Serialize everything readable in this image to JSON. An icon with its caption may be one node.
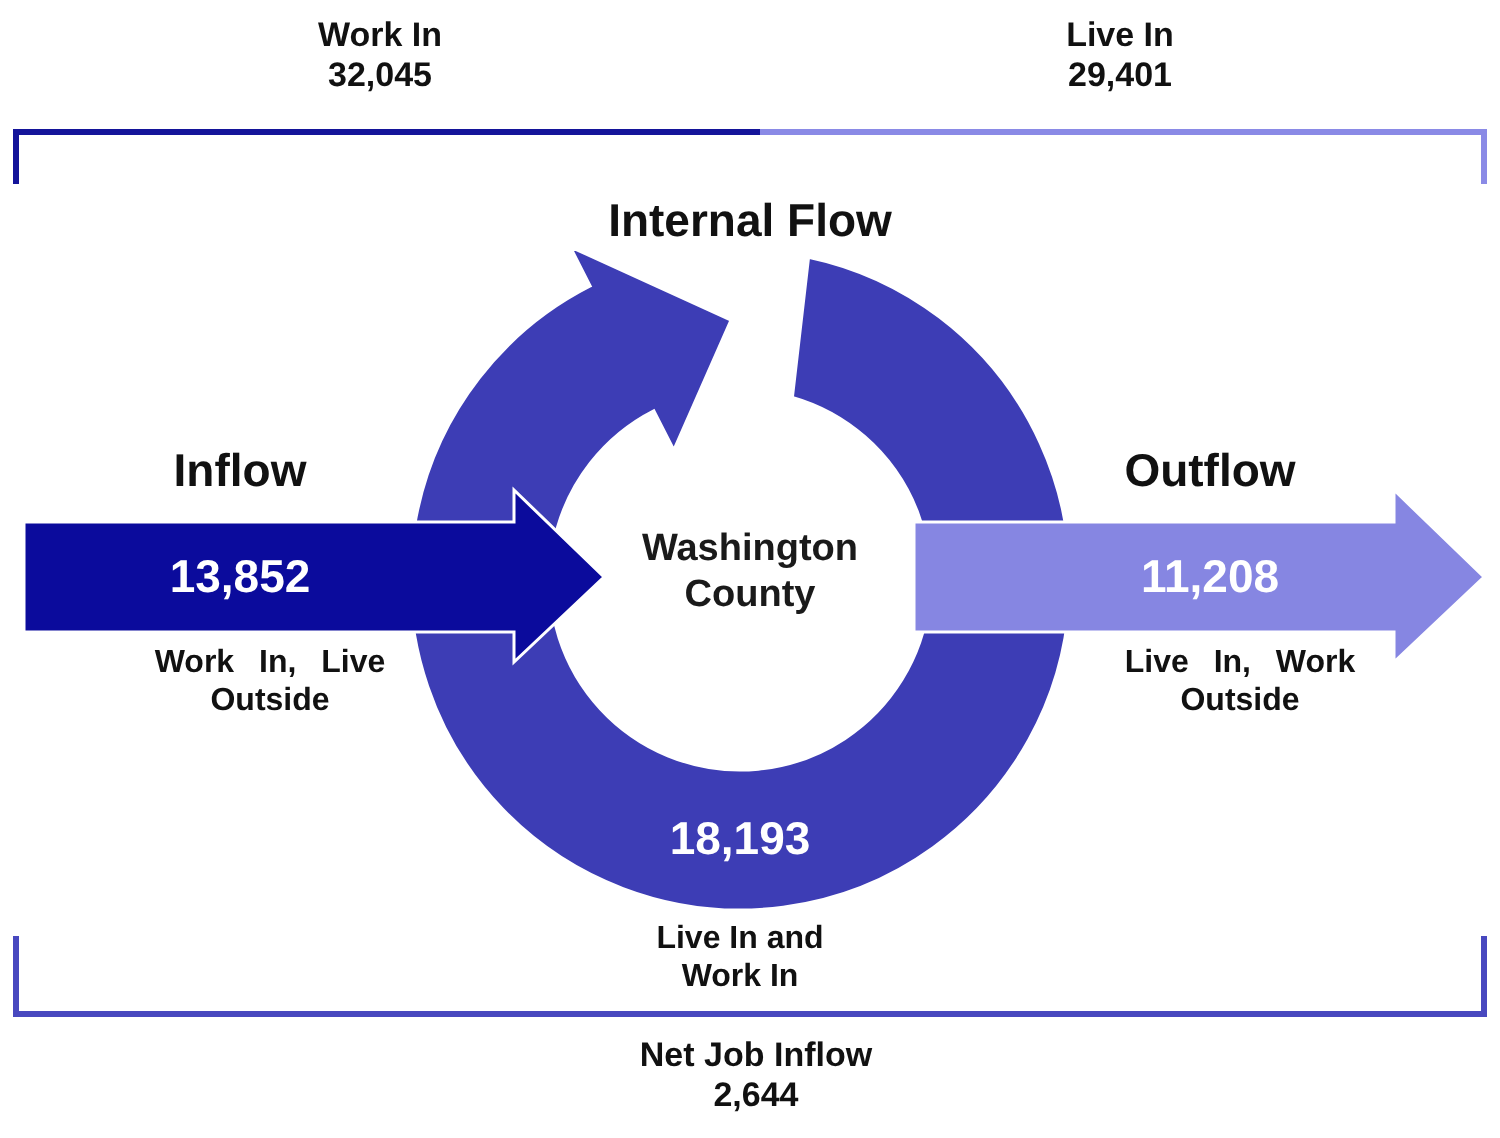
{
  "diagram": {
    "nodes": [
      {
        "text": [
          "Washington County"
        ]
      },
      {
        "text": [
          "Inflow",
          "13,852"
        ],
        "beside": [
          "Work In, Live Outside"
        ]
      },
      {
        "text": [
          "Internal Flow",
          "18,193"
        ],
        "beside": [
          "Live In and Work In"
        ]
      },
      {
        "text": [
          "Outflow",
          "11,208"
        ],
        "beside": [
          "Live In, Work Outside"
        ]
      }
    ],
    "labels": [
      "Work In 32,045",
      "Live In 29,401",
      "Net Job Inflow 2,644"
    ]
  }
}
